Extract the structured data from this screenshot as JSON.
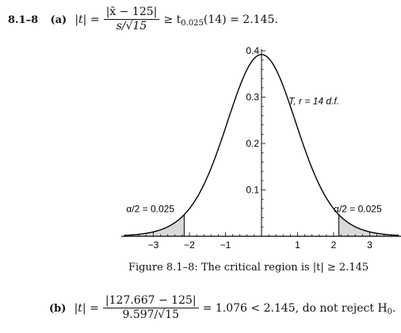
{
  "problem": {
    "number": "8.1–8",
    "part_a_label": "(a)",
    "part_b_label": "(b)"
  },
  "part_a": {
    "lhs": "|t| =",
    "numerator": "|x̄ − 125|",
    "denominator": "s/√15",
    "relation": "≥ t",
    "t_subscript": "0.025",
    "t_value": "(14) = 2.145."
  },
  "part_b": {
    "lhs": "|t| =",
    "numerator": "|127.667 − 125|",
    "denominator": "9.597/√15",
    "result": "= 1.076 < 2.145, do not reject H",
    "h_subscript": "0",
    "end": "."
  },
  "caption": {
    "text": "Figure 8.1–8: The critical region is |t| ≥ 2.145"
  },
  "chart_data": {
    "type": "line",
    "curve": "t density",
    "degrees_of_freedom": 14,
    "critical_value": 2.145,
    "xlim": [
      -3.8,
      3.8
    ],
    "ylim": [
      0,
      0.4
    ],
    "x_ticks": [
      -3,
      -2,
      -1,
      1,
      2,
      3
    ],
    "y_ticks": [
      0.1,
      0.2,
      0.3,
      0.4
    ],
    "annotations": {
      "curve_label": "T, r = 14 d.f.",
      "left_tail": "α/2 = 0.025",
      "right_tail": "α/2 = 0.025"
    },
    "shaded_regions": [
      [
        -3.8,
        -2.145
      ],
      [
        2.145,
        3.8
      ]
    ],
    "tail_fill": "#d9d9d9",
    "line_color": "#000000"
  }
}
